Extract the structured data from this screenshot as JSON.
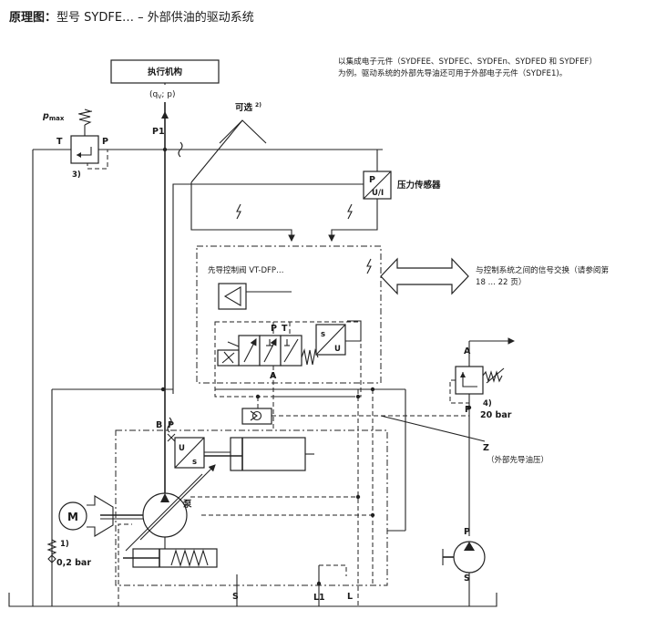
{
  "heading": {
    "bold": "原理图：",
    "text": "型号 SYDFE… – 外部供油的驱动系统"
  },
  "notes": {
    "top_right_line1": "以集成电子元件（SYDFEE、SYDFEC、SYDFEn、SYDFED 和 SYDFEF）",
    "top_right_line2": "为例。驱动系统的外部先导油还可用于外部电子元件（SYDFE1)。",
    "signal_line1": "与控制系统之间的信号交换（请参阅第",
    "signal_line2": "18 ... 22 页）"
  },
  "labels": {
    "actuator": "执行机构",
    "flow_p": "(q",
    "flow_v": "V",
    "flow_end": "; p)",
    "p_max": "p",
    "p_max_sub": "max",
    "optional": "可选",
    "optional_sup": "2)",
    "pressure_sensor": "压力传感器",
    "sensor_p": "P",
    "sensor_ui": "U/I",
    "pilot_valve": "先导控制阀 VT-DFP…",
    "pump": "泵",
    "motor": "M",
    "z_label": "Z",
    "z_note": "（外部先导油压）",
    "bar_20": "20 bar",
    "bar_02": "0,2 bar",
    "ref_1": "1)",
    "ref_3": "3)",
    "ref_4": "4)",
    "port_T": "T",
    "port_P": "P",
    "port_P1": "P1",
    "port_A": "A",
    "port_B": "B",
    "port_S": "S",
    "port_L1": "L1",
    "port_L": "L",
    "valve_P": "P",
    "valve_T": "T",
    "valve_A": "A",
    "sol_s": "s",
    "sol_U": "U",
    "us_U": "U",
    "us_s": "s"
  }
}
